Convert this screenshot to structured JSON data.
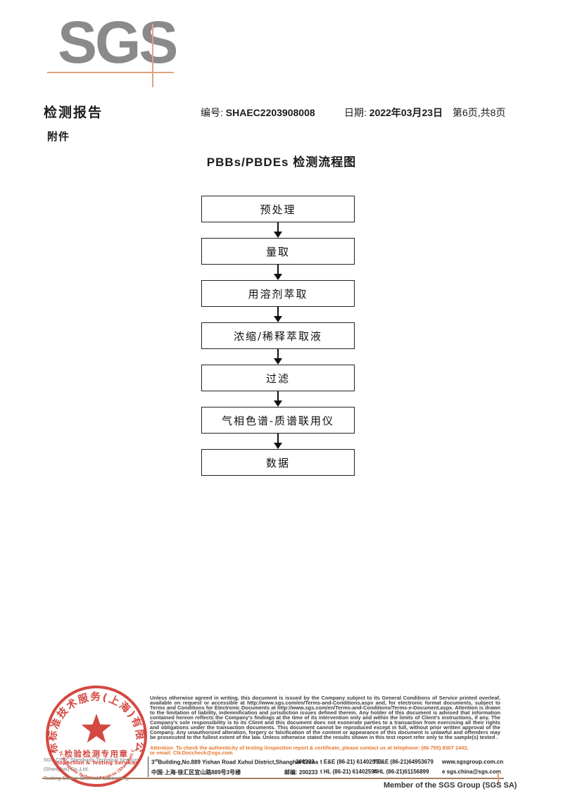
{
  "logo": {
    "text": "SGS"
  },
  "header": {
    "title": "检测报告",
    "report_no_label": "编号:",
    "report_no": "SHAEC2203908008",
    "date_label": "日期:",
    "date": "2022年03月23日",
    "page_info": "第6页,共8页",
    "attachment": "附件"
  },
  "flowchart": {
    "title": "PBBs/PBDEs 检测流程图",
    "steps": [
      "预处理",
      "量取",
      "用溶剂萃取",
      "浓缩/稀释萃取液",
      "过滤",
      "气相色谱-质谱联用仪",
      "数据"
    ]
  },
  "stamp": {
    "ring_text": "通标标准技术服务(上海)有限公司",
    "bottom_text": "SGS-CSTC Standards Technical Services (Shanghai) Co.,Ltd.",
    "center_line1": "检验检测专用章",
    "center_line2": "Inspection & Testing Services",
    "company_line1": "SGS-CSTC Standards Technical Services (Shanghai) Co.,Ltd.",
    "company_line2": "Testing Center-Chemical Laboratory."
  },
  "footer": {
    "legal": "Unless otherwise agreed in writing, this document is issued by the Company subject to its General Conditions of Service printed overleaf, available on request or accessible at http://www.sgs.com/en/Terms-and-Conditions.aspx and, for electronic format documents, subject to Terms and Conditions for Electronic Documents at http://www.sgs.com/en/Terms-and-Conditions/Terms-e-Document.aspx. Attention is drawn to the limitation of liability, indemnification and jurisdiction issues defined therein. Any holder of this document is advised that information contained hereon reflects the Company's findings at the time of its intervention only and within the limits of Client's instructions, if any. The Company's sole responsibility is to its Client and this document does not exonerate parties to a transaction from exercising all their rights and obligations under the transaction documents. This document cannot be reproduced except in full, without prior written approval of the Company. Any unauthorized alteration, forgery or falsification of the content or appearance of this document is unlawful and offenders may be prosecuted to the fullest extent of the law. Unless otherwise stated the results shown in this test report refer only to the sample(s) tested .",
    "attention1": "Attention: To check the authenticity of testing /inspection report & certificate, please contact us at telephone: (86-755) 8307 1443,",
    "attention2": "or email: CN.Doccheck@sgs.com",
    "address_en": "Building,No.889 Yishan Road Xuhui District,Shanghai China",
    "address_en_sup": "3",
    "address_en_sup2": "rd",
    "zip1": "200233",
    "tel1": "t E&E (86-21) 61402553",
    "fax1": "f E&E (86-21)64953679",
    "web": "www.sgsgroup.com.cn",
    "address_cn": "中国·上海·徐汇区宜山路889号3号楼",
    "zip2_label": "邮编: 200233",
    "tel2": "t HL (86-21) 61402594",
    "fax2": "f HL (86-21)61156899",
    "email": "e  sgs.china@sgs.com",
    "member": "Member of the SGS Group (SGS SA)"
  },
  "colors": {
    "stamp_red": "#cf362e",
    "accent_orange": "#e2a37c",
    "attention_orange": "#e8772e",
    "logo_gray": "#8a8a8a",
    "tan_line": "#a8805c"
  }
}
